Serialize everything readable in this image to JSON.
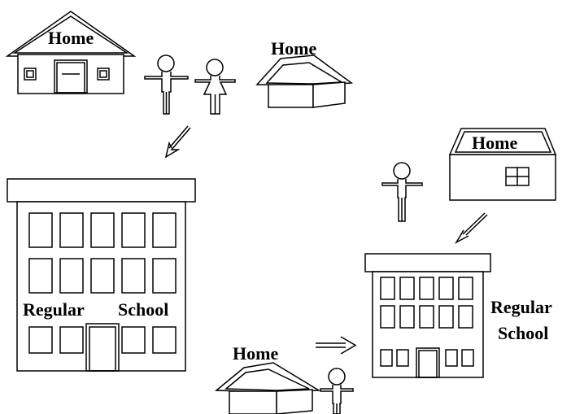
{
  "labels": {
    "home_top_left": "Home",
    "home_top_middle": "Home",
    "home_right": "Home",
    "home_bottom": "Home",
    "school_left_word1": "Regular",
    "school_left_word2": "School",
    "school_right_line1": "Regular",
    "school_right_line2": "School"
  },
  "colors": {
    "ink": "#000000",
    "background": "#ffffff"
  },
  "icons": [
    "house-icon",
    "person-icon",
    "arrow-icon",
    "school-building-icon"
  ]
}
